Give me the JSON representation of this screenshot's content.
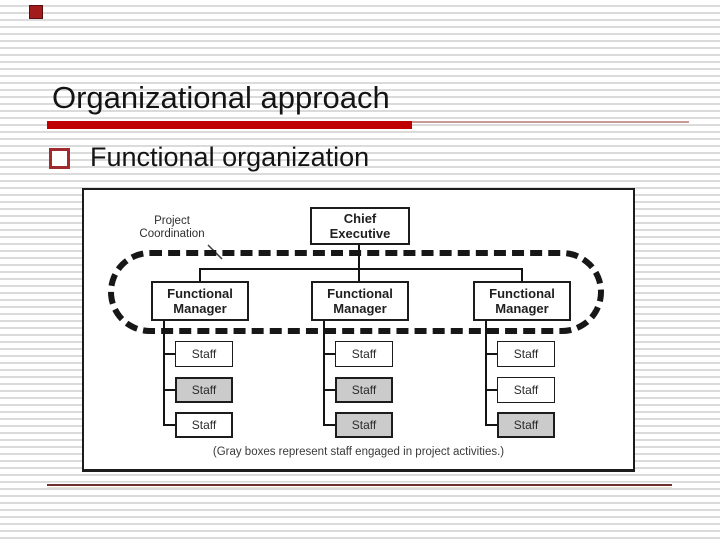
{
  "slide": {
    "title": "Organizational approach",
    "bullet_label": "Functional organization",
    "colors": {
      "accent_bar": "#c00000",
      "accent_thin_line": "#c79a97",
      "corner_marker": "#a21c1c",
      "bullet_outline": "#a02b2e",
      "footer_rule": "#6e3032",
      "stripe": "#dbdbdb"
    }
  },
  "diagram": {
    "coordination_line1": "Project",
    "coordination_line2": "Coordination",
    "chief_line1": "Chief",
    "chief_line2": "Executive",
    "manager_line1": "Functional",
    "manager_line2": "Manager",
    "staff_label": "Staff",
    "caption": "(Gray boxes represent staff engaged in project activities.)",
    "gray_fill": "#cbcbcb",
    "columns": [
      {
        "staff": [
          {
            "filled": false,
            "heavy": false
          },
          {
            "filled": true,
            "heavy": true
          },
          {
            "filled": false,
            "heavy": true
          }
        ]
      },
      {
        "staff": [
          {
            "filled": false,
            "heavy": false
          },
          {
            "filled": true,
            "heavy": true
          },
          {
            "filled": true,
            "heavy": true
          }
        ]
      },
      {
        "staff": [
          {
            "filled": false,
            "heavy": false
          },
          {
            "filled": false,
            "heavy": false
          },
          {
            "filled": true,
            "heavy": true
          }
        ]
      }
    ]
  }
}
